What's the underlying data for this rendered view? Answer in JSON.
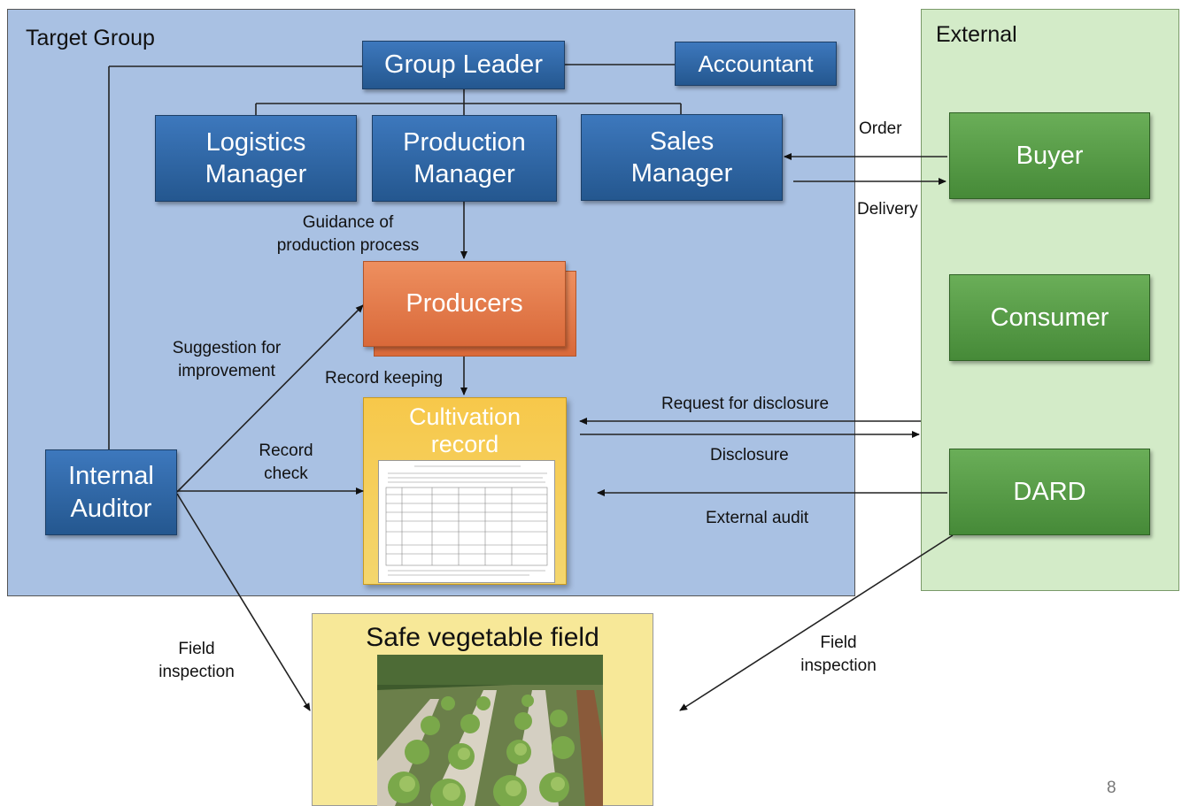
{
  "target_group": {
    "title": "Target Group",
    "group_leader": "Group Leader",
    "accountant": "Accountant",
    "logistics_manager": "Logistics\nManager",
    "production_manager": "Production\nManager",
    "sales_manager": "Sales\nManager",
    "producers": "Producers",
    "cultivation_record": "Cultivation\nrecord",
    "internal_auditor": "Internal\nAuditor"
  },
  "external": {
    "title": "External",
    "buyer": "Buyer",
    "consumer": "Consumer",
    "dard": "DARD"
  },
  "field": {
    "title": "Safe vegetable field"
  },
  "labels": {
    "order": "Order",
    "delivery": "Delivery",
    "guidance": "Guidance of\nproduction process",
    "suggestion": "Suggestion for\nimprovement",
    "record_keeping": "Record keeping",
    "record_check": "Record\ncheck",
    "request_disclosure": "Request for disclosure",
    "disclosure": "Disclosure",
    "external_audit": "External audit",
    "field_inspection_left": "Field\ninspection",
    "field_inspection_right": "Field\ninspection"
  },
  "page_number": "8",
  "colors": {
    "target_bg": "#a9c1e3",
    "external_bg": "#d3ebc8",
    "role_box": "#2f68a8",
    "external_box": "#55a044",
    "producers": "#e57a48",
    "record": "#f5cc55",
    "field_bg": "#f7e898"
  }
}
